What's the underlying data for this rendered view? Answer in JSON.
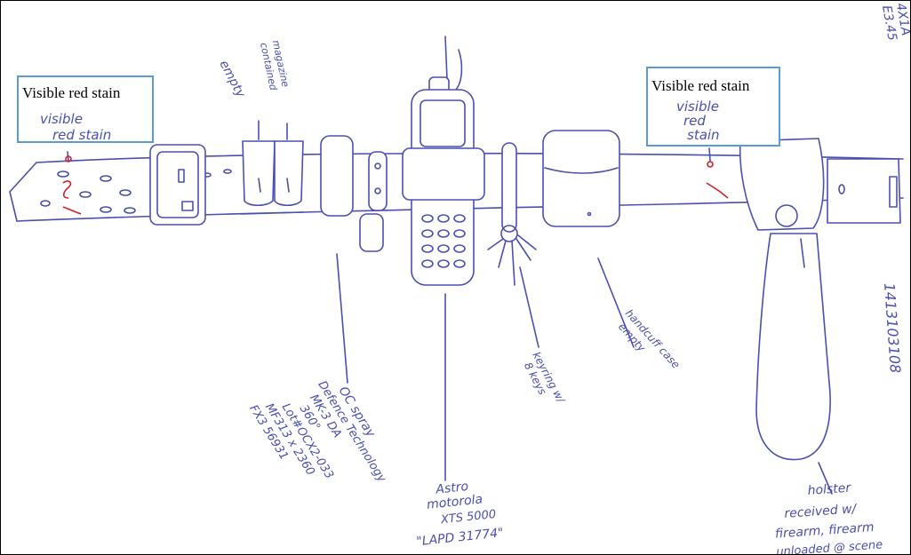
{
  "callouts": {
    "left_label": "Visible red stain",
    "right_label": "Visible red stain"
  },
  "handwriting": {
    "left_stain_note": [
      "visible",
      "red stain"
    ],
    "right_stain_note": [
      "visible",
      "red",
      "stain"
    ],
    "empty_note": "empty",
    "contained_magazine_note": [
      "contained",
      "magazine"
    ],
    "oc_spray_note": [
      "OC spray",
      "Defence Technology",
      "MK-3 DA",
      "360°",
      "Lot#OCX2-033",
      "MF313 x 2360",
      "FX3 56931"
    ],
    "radio_note": [
      "Astro",
      "motorola",
      "XTS 5000",
      "\"LAPD 31774\""
    ],
    "keyring_note": [
      "keyring w/",
      "8 keys"
    ],
    "handcuff_note": [
      "handcuff case",
      "empty"
    ],
    "holster_note": [
      "holster",
      "received w/",
      "firearm, firearm",
      "unloaded @ scene"
    ],
    "evidence_ids": [
      "E3.45",
      "4X1A"
    ],
    "side_number": "1413103108"
  },
  "colors": {
    "ink": "#4a4fb0",
    "stain_red": "#d0202a",
    "callout_border": "#5b9bd5"
  }
}
